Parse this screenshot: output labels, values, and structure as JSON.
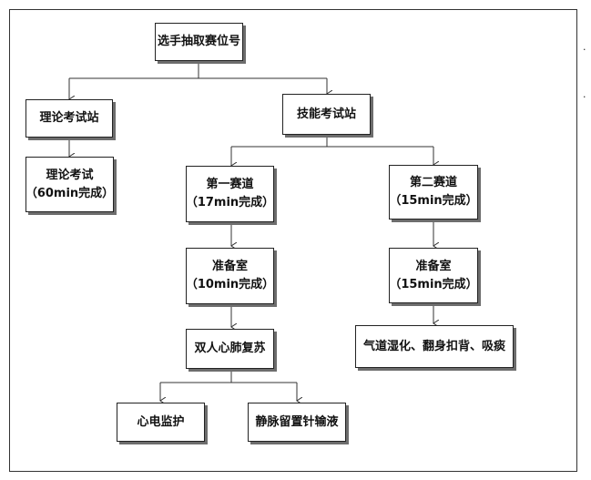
{
  "diagram": {
    "nodes": {
      "root": {
        "line1": "选手抽取赛位号"
      },
      "theory_station": {
        "line1": "理论考试站"
      },
      "skill_station": {
        "line1": "技能考试站"
      },
      "theory_exam": {
        "line1": "理论考试",
        "line2": "（60min完成）"
      },
      "track1": {
        "line1": "第一赛道",
        "line2": "（17min完成）"
      },
      "track2": {
        "line1": "第二赛道",
        "line2": "（15min完成）"
      },
      "prep_room_1": {
        "line1": "准备室",
        "line2": "（10min完成）"
      },
      "prep_room_2": {
        "line1": "准备室",
        "line2": "（15min完成）"
      },
      "cpr": {
        "line1": "双人心肺复苏"
      },
      "airway": {
        "line1": "气道湿化、翻身扣背、吸痰"
      },
      "ecg": {
        "line1": "心电监护"
      },
      "iv": {
        "line1": "静脉留置针输液"
      }
    },
    "edges": [
      [
        "root",
        "theory_station"
      ],
      [
        "root",
        "skill_station"
      ],
      [
        "theory_station",
        "theory_exam"
      ],
      [
        "skill_station",
        "track1"
      ],
      [
        "skill_station",
        "track2"
      ],
      [
        "track1",
        "prep_room_1"
      ],
      [
        "prep_room_1",
        "cpr"
      ],
      [
        "cpr",
        "ecg"
      ],
      [
        "cpr",
        "iv"
      ],
      [
        "track2",
        "prep_room_2"
      ],
      [
        "prep_room_2",
        "airway"
      ]
    ]
  }
}
